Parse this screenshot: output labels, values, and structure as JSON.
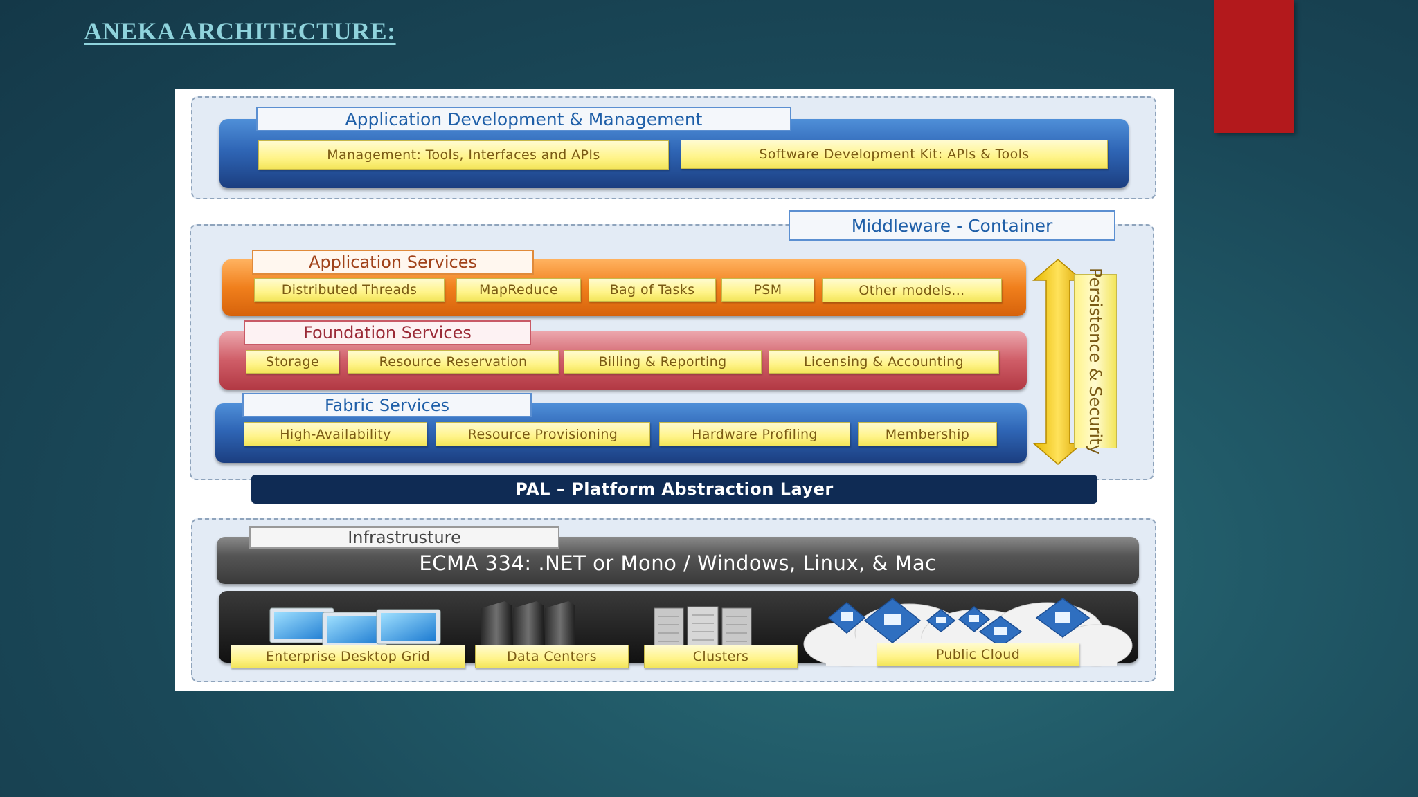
{
  "slide": {
    "title": "ANEKA ARCHITECTURE:"
  },
  "colors": {
    "accent_red": "#b3191c",
    "title": "#8fd3dc",
    "layer_blue": "#2f66b6",
    "layer_orange": "#f07f1c",
    "layer_red": "#cf5d67",
    "chip_yellow": "#fff48a",
    "pal_navy": "#0f2b54"
  },
  "diagram": {
    "app_dev": {
      "title": "Application Development & Management",
      "items": [
        "Management: Tools, Interfaces and APIs",
        "Software Development Kit: APIs & Tools"
      ]
    },
    "middleware": {
      "title": "Middleware - Container",
      "application_services": {
        "title": "Application Services",
        "items": [
          "Distributed Threads",
          "MapReduce",
          "Bag of Tasks",
          "PSM",
          "Other models..."
        ]
      },
      "foundation_services": {
        "title": "Foundation Services",
        "items": [
          "Storage",
          "Resource Reservation",
          "Billing & Reporting",
          "Licensing & Accounting"
        ]
      },
      "fabric_services": {
        "title": "Fabric Services",
        "items": [
          "High-Availability",
          "Resource Provisioning",
          "Hardware Profiling",
          "Membership"
        ]
      },
      "persistence": "Persistence & Security"
    },
    "pal": "PAL – Platform Abstraction Layer",
    "infrastructure": {
      "title": "Infrastrusture",
      "ecma": "ECMA 334: .NET or Mono / Windows, Linux, & Mac",
      "items": [
        {
          "label": "Enterprise Desktop Grid",
          "icon": "desktop-monitors-icon"
        },
        {
          "label": "Data Centers",
          "icon": "server-racks-icon"
        },
        {
          "label": "Clusters",
          "icon": "cluster-servers-icon"
        },
        {
          "label": "Public Cloud",
          "icon": "cloud-network-icon"
        }
      ]
    }
  }
}
